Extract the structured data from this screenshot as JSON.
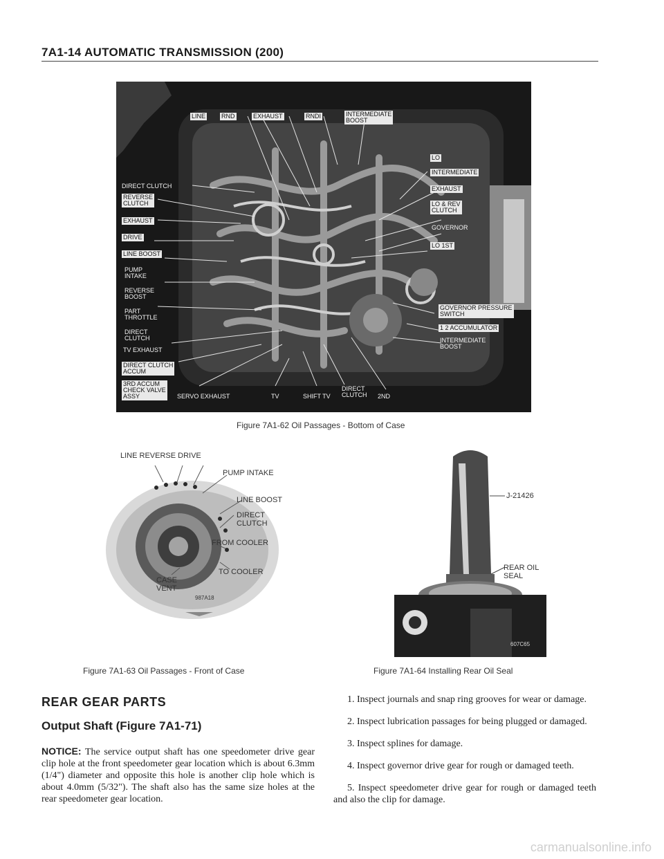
{
  "header": {
    "title": "7A1-14 AUTOMATIC TRANSMISSION (200)"
  },
  "figure62": {
    "caption": "Figure 7A1-62 Oil Passages - Bottom of Case",
    "labels": {
      "line": "LINE",
      "rnd_a": "RND",
      "exhaust_top": "EXHAUST",
      "rnd_b": "RNDI",
      "intermediate_boost_top": "INTERMEDIATE\nBOOST",
      "lo": "LO",
      "intermediate": "INTERMEDIATE",
      "exhaust_right": "EXHAUST",
      "lo_rev_clutch": "LO & REV\nCLUTCH",
      "governor": "GOVERNOR",
      "lo_1st": "LO 1ST",
      "direct_clutch": "DIRECT CLUTCH",
      "reverse_clutch": "REVERSE\nCLUTCH",
      "exhaust_left": "EXHAUST",
      "drive": "DRIVE",
      "line_boost": "LINE BOOST",
      "pump_intake": "PUMP\nINTAKE",
      "reverse_boost": "REVERSE\nBOOST",
      "part_throttle": "PART\nTHROTTLE",
      "direct_clutch_2": "DIRECT\nCLUTCH",
      "tv_exhaust": "TV EXHAUST",
      "direct_clutch_accum": "DIRECT CLUTCH\nACCUM",
      "third_accum": "3RD ACCUM\nCHECK VALVE\nASSY",
      "servo_exhaust": "SERVO EXHAUST",
      "tv": "TV",
      "shift_tv": "SHIFT TV",
      "direct_clutch_bottom": "DIRECT\nCLUTCH",
      "second": "2ND",
      "governor_pressure": "GOVERNOR PRESSURE\nSWITCH",
      "accumulator": "1 2 ACCUMULATOR",
      "intermediate_boost_right": "INTERMEDIATE\nBOOST"
    }
  },
  "figure63": {
    "caption": "Figure 7A1-63 Oil Passages - Front of Case",
    "labels": {
      "line_reverse_drive": "LINE REVERSE DRIVE",
      "pump_intake": "PUMP INTAKE",
      "line_boost": "LINE BOOST",
      "direct_clutch": "DIRECT\nCLUTCH",
      "from_cooler": "FROM COOLER",
      "to_cooler": "TO COOLER",
      "case_vent": "CASE\nVENT",
      "code": "987A18"
    }
  },
  "figure64": {
    "caption": "Figure 7A1-64 Installing Rear Oil Seal",
    "labels": {
      "tool": "J-21426",
      "rear_oil_seal": "REAR OIL\nSEAL",
      "code": "607C65"
    }
  },
  "section": {
    "heading": "REAR GEAR PARTS",
    "subheading": "Output Shaft (Figure 7A1-71)",
    "notice_label": "NOTICE:",
    "notice_text": " The service output shaft has one speedometer drive gear clip hole at the front speedometer gear location which is about 6.3mm (1/4\") diameter and opposite this hole is another clip hole which is about 4.0mm (5/32\"). The shaft also has the same size holes at the rear speedometer gear location."
  },
  "steps": [
    "1. Inspect journals and snap ring grooves for wear or damage.",
    "2. Inspect lubrication passages for being plugged or damaged.",
    "3. Inspect splines for damage.",
    "4. Inspect governor drive gear for rough or damaged teeth.",
    "5. Inspect speedometer drive gear for rough or damaged teeth and also the clip for damage."
  ],
  "footer": {
    "watermark": "carmanualsonline.info"
  }
}
